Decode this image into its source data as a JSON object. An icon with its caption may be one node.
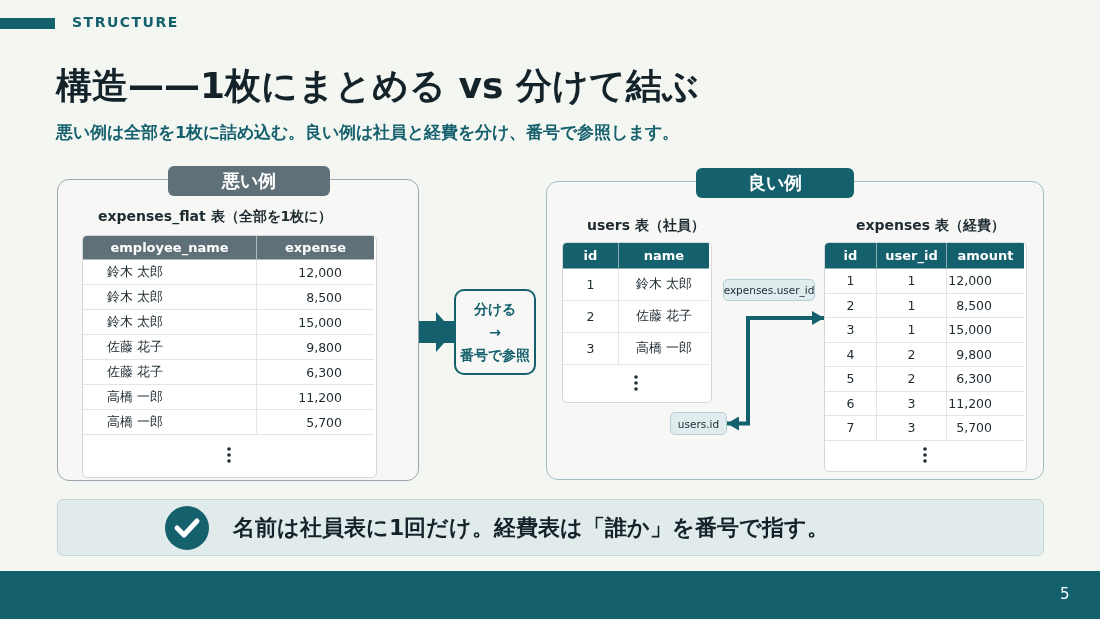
{
  "diagram": {
    "title": "構造——1枚にまとめる vs 分けて結ぶ",
    "nodes": [
      {
        "text": [
          "悪い例"
        ]
      },
      {
        "text": [
          "expenses_flat 表（全部を1枚に）"
        ],
        "in": 0
      },
      {
        "text": [
          "分ける → 番号で参照"
        ]
      },
      {
        "text": [
          "良い例"
        ]
      },
      {
        "text": [
          "users 表（社員）"
        ],
        "in": 3
      },
      {
        "text": [
          "expenses 表（経費）"
        ],
        "in": 3
      },
      {
        "text": [
          "expenses.user_id"
        ],
        "in": 3
      },
      {
        "text": [
          "users.id"
        ],
        "in": 3
      },
      {
        "text": [
          "名前は社員表に1回だけ。経費表は「誰か」を番号で指す。"
        ]
      }
    ],
    "edges": [
      {
        "from": 0,
        "to": 2,
        "arrow": "to",
        "style": "thick"
      },
      {
        "from": 7,
        "to": 5,
        "arrow": "both"
      }
    ],
    "labels": [
      "STRUCTURE",
      "悪い例は全部を1枚に詰め込む。良い例は社員と経費を分け、番号で参照します。",
      "employee_name",
      "expense",
      "鈴木 太郎",
      "12,000",
      "鈴木 太郎",
      "8,500",
      "鈴木 太郎",
      "15,000",
      "佐藤 花子",
      "9,800",
      "佐藤 花子",
      "6,300",
      "高橋 一郎",
      "11,200",
      "高橋 一郎",
      "5,700",
      "id",
      "name",
      "1",
      "鈴木 太郎",
      "2",
      "佐藤 花子",
      "3",
      "高橋 一郎",
      "id",
      "user_id",
      "amount",
      "1",
      "1",
      "12,000",
      "2",
      "1",
      "8,500",
      "3",
      "1",
      "15,000",
      "4",
      "2",
      "9,800",
      "5",
      "2",
      "6,300",
      "6",
      "3",
      "11,200",
      "7",
      "3",
      "5,700",
      "5"
    ]
  }
}
